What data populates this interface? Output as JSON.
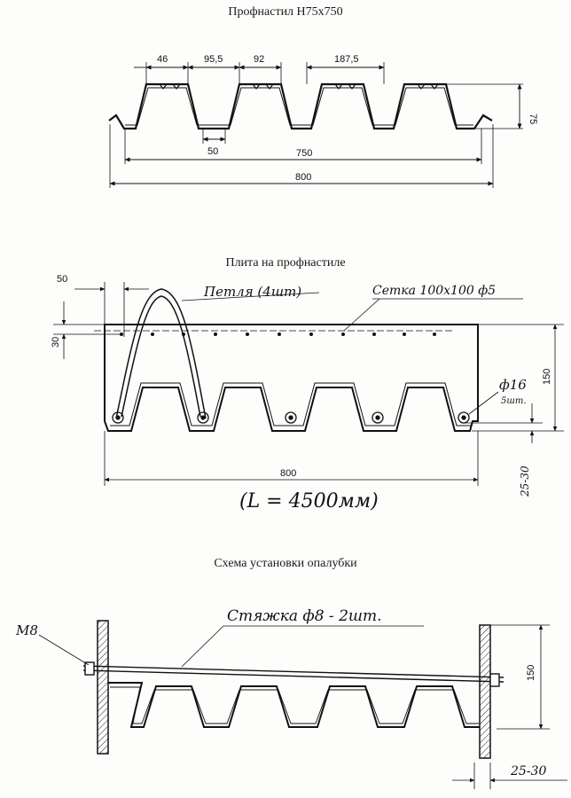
{
  "sections": {
    "profile": {
      "title": "Профнастил Н75х750",
      "dims": {
        "d46": "46",
        "d95_5": "95,5",
        "d92": "92",
        "d187_5": "187,5",
        "d50": "50",
        "d75": "75",
        "d750": "750",
        "d800": "800"
      }
    },
    "slab": {
      "title": "Плита на профнастиле",
      "labels": {
        "loop": "Петля (4шт)",
        "mesh": "Сетка 100х100 ф5",
        "rebar": "ф16",
        "rebar_count": "5шт.",
        "d50": "50",
        "d30": "30",
        "d150": "150",
        "d800": "800",
        "d25_30": "25-30",
        "length": "(L = 4500мм)"
      }
    },
    "formwork": {
      "title": "Схема установки опалубки",
      "labels": {
        "bolt": "М8",
        "tie": "Стяжка ф8 - 2шт.",
        "d150": "150",
        "d25_30": "25-30"
      }
    }
  }
}
